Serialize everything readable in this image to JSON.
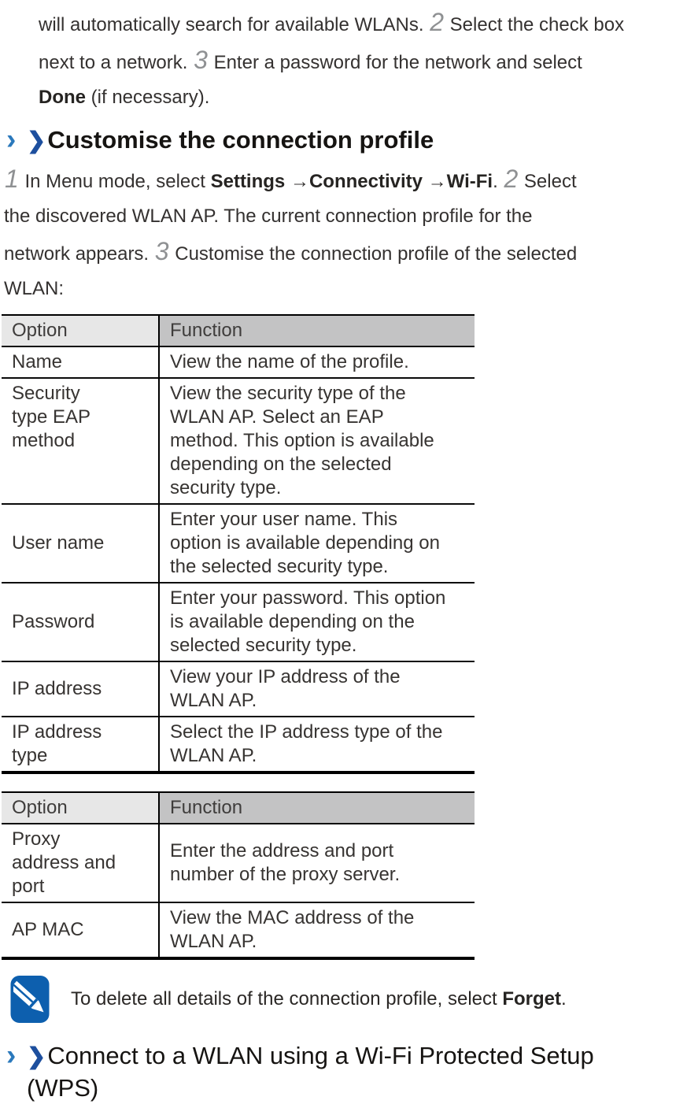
{
  "intro": {
    "segments": [
      {
        "t": "will automatically search for available WLANs. ",
        "s": "normal"
      },
      {
        "t": "2",
        "s": "step"
      },
      {
        "t": " Select the check box",
        "s": "normal"
      },
      {
        "s": "br"
      },
      {
        "t": "next to a network. ",
        "s": "normal"
      },
      {
        "t": "3",
        "s": "step"
      },
      {
        "t": " Enter a password for the network and select",
        "s": "normal"
      },
      {
        "s": "br"
      },
      {
        "t": "Done",
        "s": "bold"
      },
      {
        "t": " (if necessary).",
        "s": "normal"
      }
    ]
  },
  "section1": {
    "chevron": "›",
    "arrow": "❯",
    "title": "Customise the connection profile",
    "steps_segments": [
      {
        "t": "1",
        "s": "step"
      },
      {
        "t": " In Menu mode, select ",
        "s": "normal"
      },
      {
        "t": "Settings",
        "s": "bold"
      },
      {
        "t": " →",
        "s": "normal"
      },
      {
        "t": "Connectivity",
        "s": "bold"
      },
      {
        "t": " →",
        "s": "normal"
      },
      {
        "t": "Wi-Fi",
        "s": "bold"
      },
      {
        "t": ". ",
        "s": "normal"
      },
      {
        "t": "2",
        "s": "step"
      },
      {
        "t": " Select",
        "s": "normal"
      },
      {
        "s": "br"
      },
      {
        "t": "the discovered WLAN AP. The current connection profile for the",
        "s": "normal"
      },
      {
        "s": "br"
      },
      {
        "t": "network appears. ",
        "s": "normal"
      },
      {
        "t": "3",
        "s": "step"
      },
      {
        "t": " Customise the connection profile of the selected",
        "s": "normal"
      },
      {
        "s": "br"
      },
      {
        "t": "WLAN:",
        "s": "normal"
      }
    ]
  },
  "table1": {
    "headers": [
      "Option",
      "Function"
    ],
    "rows": [
      [
        [
          "Name"
        ],
        [
          "View the name of the profile."
        ]
      ],
      [
        [
          "Security",
          "type EAP",
          "method"
        ],
        [
          "View the security type of the",
          "WLAN AP. Select an EAP",
          "method. This option is available",
          "depending on the selected",
          "security type."
        ]
      ],
      [
        [
          "User name"
        ],
        [
          "Enter your user name. This",
          "option is available depending on",
          "the selected security type."
        ]
      ],
      [
        [
          "Password"
        ],
        [
          "Enter your password. This option",
          "is available depending on the",
          "selected security type."
        ]
      ],
      [
        [
          "IP address"
        ],
        [
          "View your IP address of the",
          "WLAN AP."
        ]
      ],
      [
        [
          "IP address",
          "type"
        ],
        [
          "Select the IP address type of the",
          "WLAN AP."
        ]
      ]
    ]
  },
  "table2": {
    "headers": [
      "Option",
      "Function"
    ],
    "rows": [
      [
        [
          "Proxy",
          "address and",
          "port"
        ],
        [
          "Enter the address and port",
          "number of the proxy server."
        ]
      ],
      [
        [
          "AP MAC"
        ],
        [
          "View the MAC address of the",
          "WLAN AP."
        ]
      ]
    ]
  },
  "note": {
    "icon": "note-pencil-icon",
    "segments": [
      {
        "t": "To delete all details of the connection profile, select ",
        "s": "normal"
      },
      {
        "t": "Forget",
        "s": "bold"
      },
      {
        "t": ".",
        "s": "normal"
      }
    ]
  },
  "section2": {
    "chevron": "›",
    "arrow": "❯",
    "title_segments": [
      {
        "t": "Connect to a WLAN using a Wi-Fi Protected Setup",
        "s": "normal"
      },
      {
        "s": "br"
      },
      {
        "t": "(WPS)",
        "s": "normal"
      }
    ]
  },
  "colors": {
    "heading_chevron_blue": "#2b79bc",
    "heading_arrow_blue": "#1d4f9e",
    "note_icon_blue": "#0d5fae",
    "table_header_option_bg": "#e7e7e7",
    "table_header_function_bg": "#c3c3c4",
    "step_number_gray": "#8f9193",
    "body_text": "#343130"
  }
}
